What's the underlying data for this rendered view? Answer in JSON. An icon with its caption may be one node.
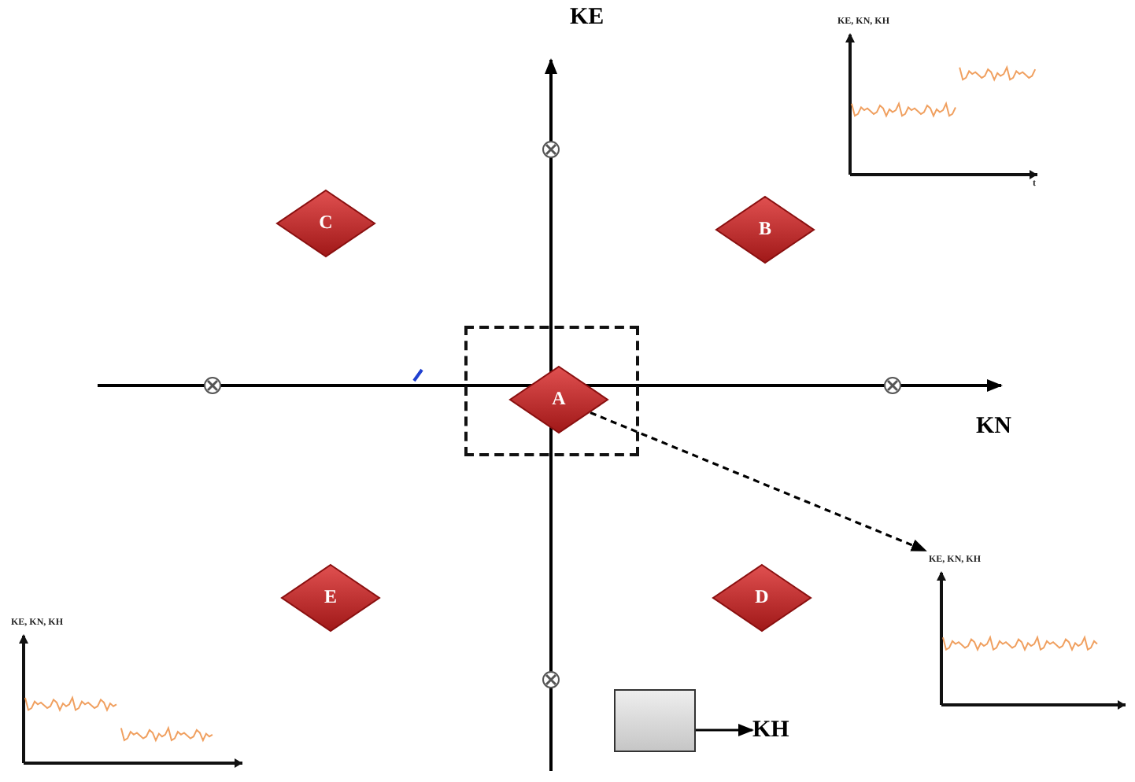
{
  "diagram": {
    "nodes": [
      {
        "text": [
          "KE, KN, KH",
          "t"
        ]
      },
      {
        "text": [
          "C"
        ]
      },
      {
        "text": [
          "B"
        ]
      },
      {
        "text": [],
        "shape": "box"
      },
      {
        "text": [
          "A"
        ],
        "in": 3
      },
      {
        "text": [
          "KE, KN, KH"
        ]
      },
      {
        "text": [
          "E"
        ]
      },
      {
        "text": [
          "D"
        ]
      },
      {
        "text": [
          "KE, KN, KH"
        ]
      },
      {
        "text": [],
        "shape": "box"
      },
      {
        "text": [
          "KH"
        ]
      }
    ],
    "edges": [
      {
        "from": 4,
        "to": 5,
        "arrow": "to",
        "style": "dashed"
      },
      {
        "from": 9,
        "to": 10,
        "arrow": "to"
      }
    ],
    "labels": [
      "KE",
      "KN"
    ]
  }
}
